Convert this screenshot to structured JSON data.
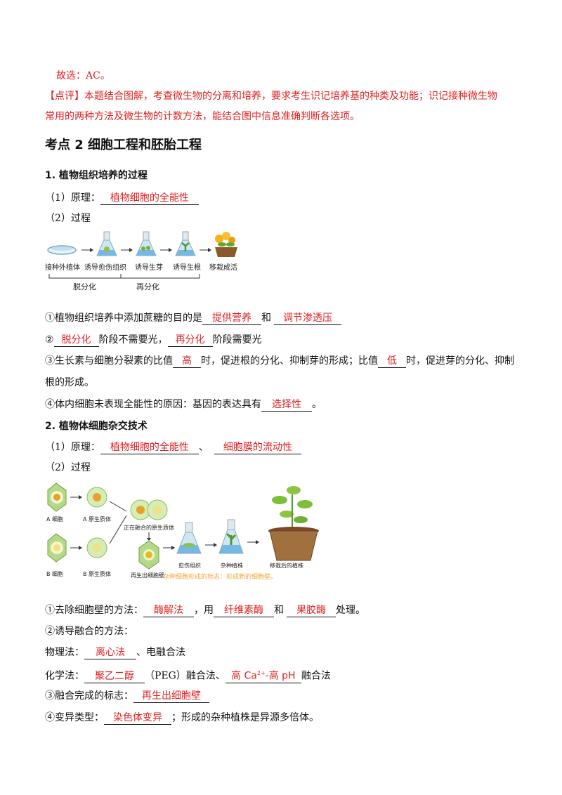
{
  "conclusion": "故选：AC。",
  "comment": {
    "line1": "【点评】本题结合图解，考查微生物的分离和培养，要求考生识记培养基的种类及功能；识记接种微生物",
    "line2": "常用的两种方法及微生物的计数方法，能结合图中信息准确判断各选项。"
  },
  "section_title": "考点 2  细胞工程和胚胎工程",
  "part1": {
    "heading": "1. 植物组织培养的过程",
    "principle_label": "（1）原理：",
    "principle_answer": "植物细胞的全能性",
    "process_label": "（2）过程",
    "figure": {
      "steps": [
        "接种外植体",
        "诱导愈伤组织",
        "诱导生芽",
        "诱导生根",
        "移栽成活"
      ],
      "bracket1": "脱分化",
      "bracket2": "再分化"
    },
    "q1": {
      "pre": "①植物组织培养中添加蔗糖的目的是",
      "a1": "提供营养",
      "mid": "和",
      "a2": "调节渗透压"
    },
    "q2": {
      "pre": "②",
      "a1": "脱分化",
      "mid": "阶段不需要光，",
      "a2": "再分化",
      "post": "阶段需要光"
    },
    "q3": {
      "pre": "③生长素与细胞分裂素的比值",
      "a1": "高",
      "mid": "时，促进根的分化、抑制芽的形成；比值",
      "a2": "低",
      "post": "时，促进芽的分化、抑制",
      "line2": "根的形成。"
    },
    "q4": {
      "pre": "④体内细胞未表现全能性的原因：基因的表达具有",
      "a1": "选择性",
      "post": "。"
    }
  },
  "part2": {
    "heading": "2. 植物体细胞杂交技术",
    "principle_label": "（1）原理：",
    "principle_a1": "植物细胞的全能性",
    "principle_sep": "、",
    "principle_a2": "细胞膜的流动性",
    "process_label": "（2）过程",
    "figure": {
      "a_cell": "A 细胞",
      "a_proto": "A 原生质体",
      "b_cell": "B 细胞",
      "b_proto": "B 原生质体",
      "fusing": "正在融合的原生质体",
      "regen": "再生出细胞壁",
      "callus": "愈伤组织",
      "hybrid": "杂种植株",
      "transplant": "移栽后的植株",
      "note": "杂种细胞形成的标志：形成新的细胞壁。"
    },
    "q1": {
      "pre": "①去除细胞壁的方法：",
      "a1": "酶解法",
      "mid1": "，用",
      "a2": "纤维素酶",
      "mid2": "和",
      "a3": "果胶酶",
      "post": "处理。"
    },
    "q2": "②诱导融合的方法：",
    "physical": {
      "pre": "物理法：",
      "a1": "离心法",
      "post": "、电融合法"
    },
    "chemical": {
      "pre": "化学法：",
      "a1": "聚乙二醇",
      "mid": "（PEG）融合法、",
      "a2_pre": "高 Ca",
      "a2_sup": "2+",
      "a2_post": "-高 pH",
      "post": "融合法"
    },
    "q3": {
      "pre": "③融合完成的标志：",
      "a1": "再生出细胞壁"
    },
    "q4": {
      "pre": "④变异类型：",
      "a1": "染色体变异",
      "post": "；形成的杂种植株是异源多倍体。"
    }
  },
  "colors": {
    "answer": "#e02020",
    "accent_green": "#7cbf3a"
  }
}
